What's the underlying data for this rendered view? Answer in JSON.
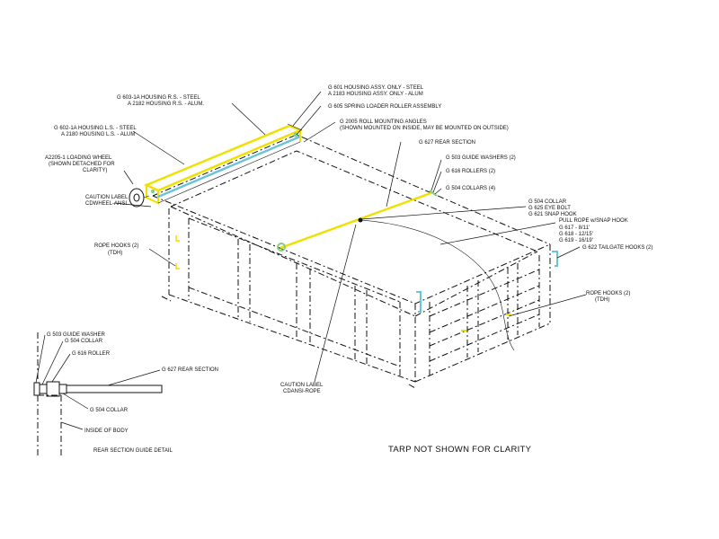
{
  "labels": {
    "housing_rs_1": "G 603-1A HOUSING R.S. - STEEL",
    "housing_rs_2": "A 2182 HOUSING R.S. - ALUM.",
    "housing_assy_1": "G 601 HOUSING ASSY. ONLY - STEEL",
    "housing_assy_2": "A 2183 HOUSING ASSY. ONLY - ALUM",
    "spring_loader": "G 605 SPRING LOADER ROLLER ASSEMBLY",
    "roll_mount_1": "G 2005 ROLL MOUNTING ANGLES",
    "roll_mount_2": "(SHOWN MOUNTED ON INSIDE, MAY BE MOUNTED ON OUTSIDE)",
    "housing_ls_1": "G 602-1A HOUSING L.S. - STEEL",
    "housing_ls_2": "A 2180 HOUSING L.S. - ALUM",
    "rear_section": "G 627 REAR SECTION",
    "loading_wheel_1": "A2205-1 LOADING WHEEL",
    "loading_wheel_2": "(SHOWN DETACHED FOR",
    "loading_wheel_3": "CLARITY)",
    "guide_washers": "G 503 GUIDE WASHERS (2)",
    "rollers": "G 616 ROLLERS (2)",
    "caution_wheel_1": "CAUTION LABEL",
    "caution_wheel_2": "CDWHEEL-ANSI",
    "collars": "G 504 COLLARS (4)",
    "collar": "G 504 COLLAR",
    "eye_bolt": "G 625 EYE BOLT",
    "snap_hook": "G 621 SNAP HOOK",
    "pull_rope_1": "PULL ROPE w/SNAP HOOK",
    "pull_rope_2": "G 617 - 8/11'",
    "pull_rope_3": "G 618 - 12/15'",
    "pull_rope_4": "G 619 - 16/19'",
    "rope_hooks_left_1": "ROPE HOOKS (2)",
    "rope_hooks_left_2": "(TDH)",
    "tailgate_hooks": "G 622 TAILGATE HOOKS (2)",
    "rope_hooks_right_1": "ROPE HOOKS (2)",
    "rope_hooks_right_2": "(TDH)",
    "caution_rope_1": "CAUTION LABEL",
    "caution_rope_2": "CDANSI-ROPE",
    "detail_guide_washer": "G 503 GUIDE WASHER",
    "detail_collar_top": "G 504 COLLAR",
    "detail_roller": "G 616 ROLLER",
    "detail_rear_section": "G 627 REAR SECTION",
    "detail_collar_bottom": "G 504 COLLAR",
    "detail_inside_body": "INSIDE OF BODY",
    "detail_title": "REAR SECTION GUIDE DETAIL",
    "note_tarp": "TARP NOT SHOWN FOR CLARITY"
  },
  "colors": {
    "housing": "#f0e000",
    "rod": "#6cc4d8",
    "collar": "#7ed07e",
    "lines": "#111111"
  }
}
